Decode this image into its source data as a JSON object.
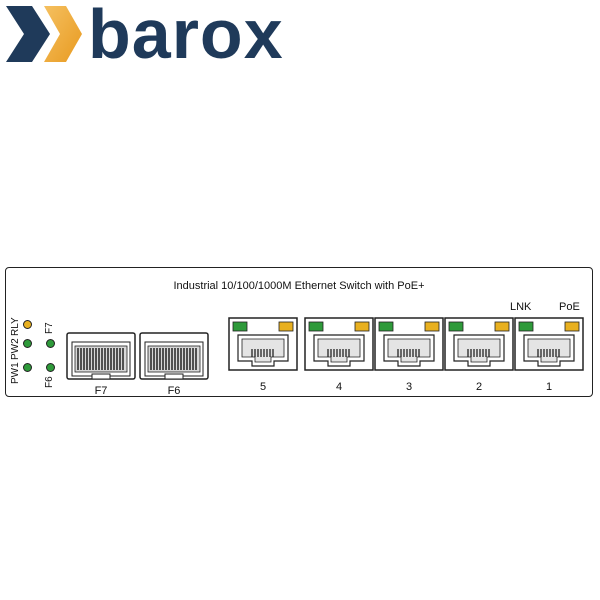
{
  "brand": {
    "name": "barox"
  },
  "panel": {
    "title": "Industrial 10/100/1000M Ethernet Switch with PoE+",
    "lnk_label": "LNK",
    "poe_label": "PoE",
    "status_leds": {
      "pw1": "PW1",
      "pw2": "PW2",
      "rly": "RLY"
    },
    "fiber_leds": {
      "f7": "F7",
      "f6": "F6"
    },
    "sfp_ports": [
      {
        "label": "F7"
      },
      {
        "label": "F6"
      }
    ],
    "rj45_ports": [
      {
        "label": "5"
      },
      {
        "label": "4"
      },
      {
        "label": "3"
      },
      {
        "label": "2"
      },
      {
        "label": "1"
      }
    ],
    "colors": {
      "led_green": "#2e9a3a",
      "led_amber": "#e8b020",
      "logo_orange": "#f0a030",
      "logo_navy": "#1f3a5a"
    }
  }
}
